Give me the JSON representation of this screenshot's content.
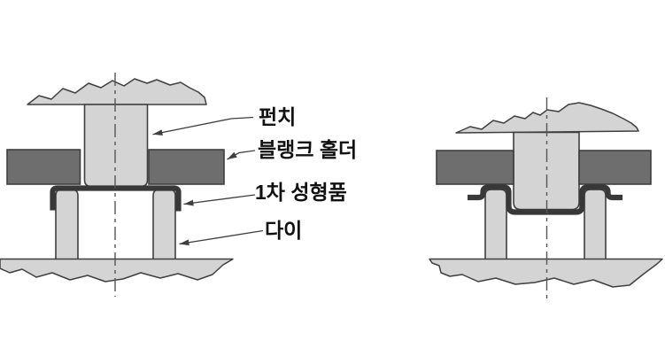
{
  "colors": {
    "background": "#ffffff",
    "light_gray": "#d4d4d4",
    "dark_gray": "#6e6e6e",
    "sheet_dark": "#383838",
    "outline": "#3f3f3f",
    "centerline": "#555555",
    "leader_line": "#3f3f3f",
    "label_text": "#111111"
  },
  "labels": {
    "punch": "펀치",
    "blank_holder": "블랭크 홀더",
    "first_formed_part": "1차 성형품",
    "die": "다이"
  }
}
